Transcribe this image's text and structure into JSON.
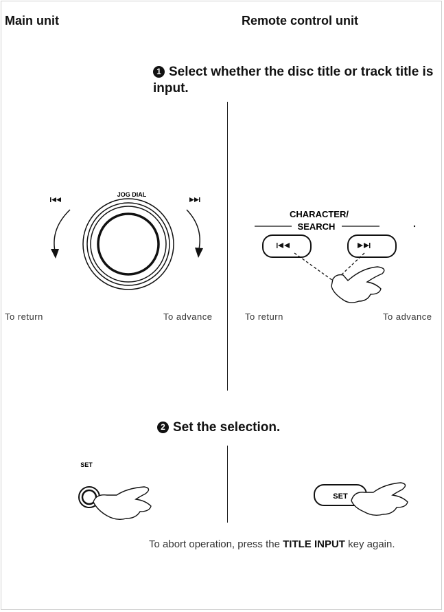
{
  "headers": {
    "main_unit": "Main unit",
    "remote_unit": "Remote control unit"
  },
  "step1": {
    "number": "1",
    "text": "Select whether the disc title or track title is input."
  },
  "step2": {
    "number": "2",
    "text": "Set the selection."
  },
  "main_unit": {
    "jog_dial_label": "JOG DIAL",
    "return_caption": "To return",
    "advance_caption": "To advance",
    "set_label": "SET"
  },
  "remote_unit": {
    "character_label": "CHARACTER/",
    "search_label": "SEARCH",
    "return_caption": "To return",
    "advance_caption": "To advance",
    "set_label": "SET"
  },
  "note": {
    "before": "To abort operation, press the ",
    "key": "TITLE INPUT",
    "after": " key again."
  }
}
